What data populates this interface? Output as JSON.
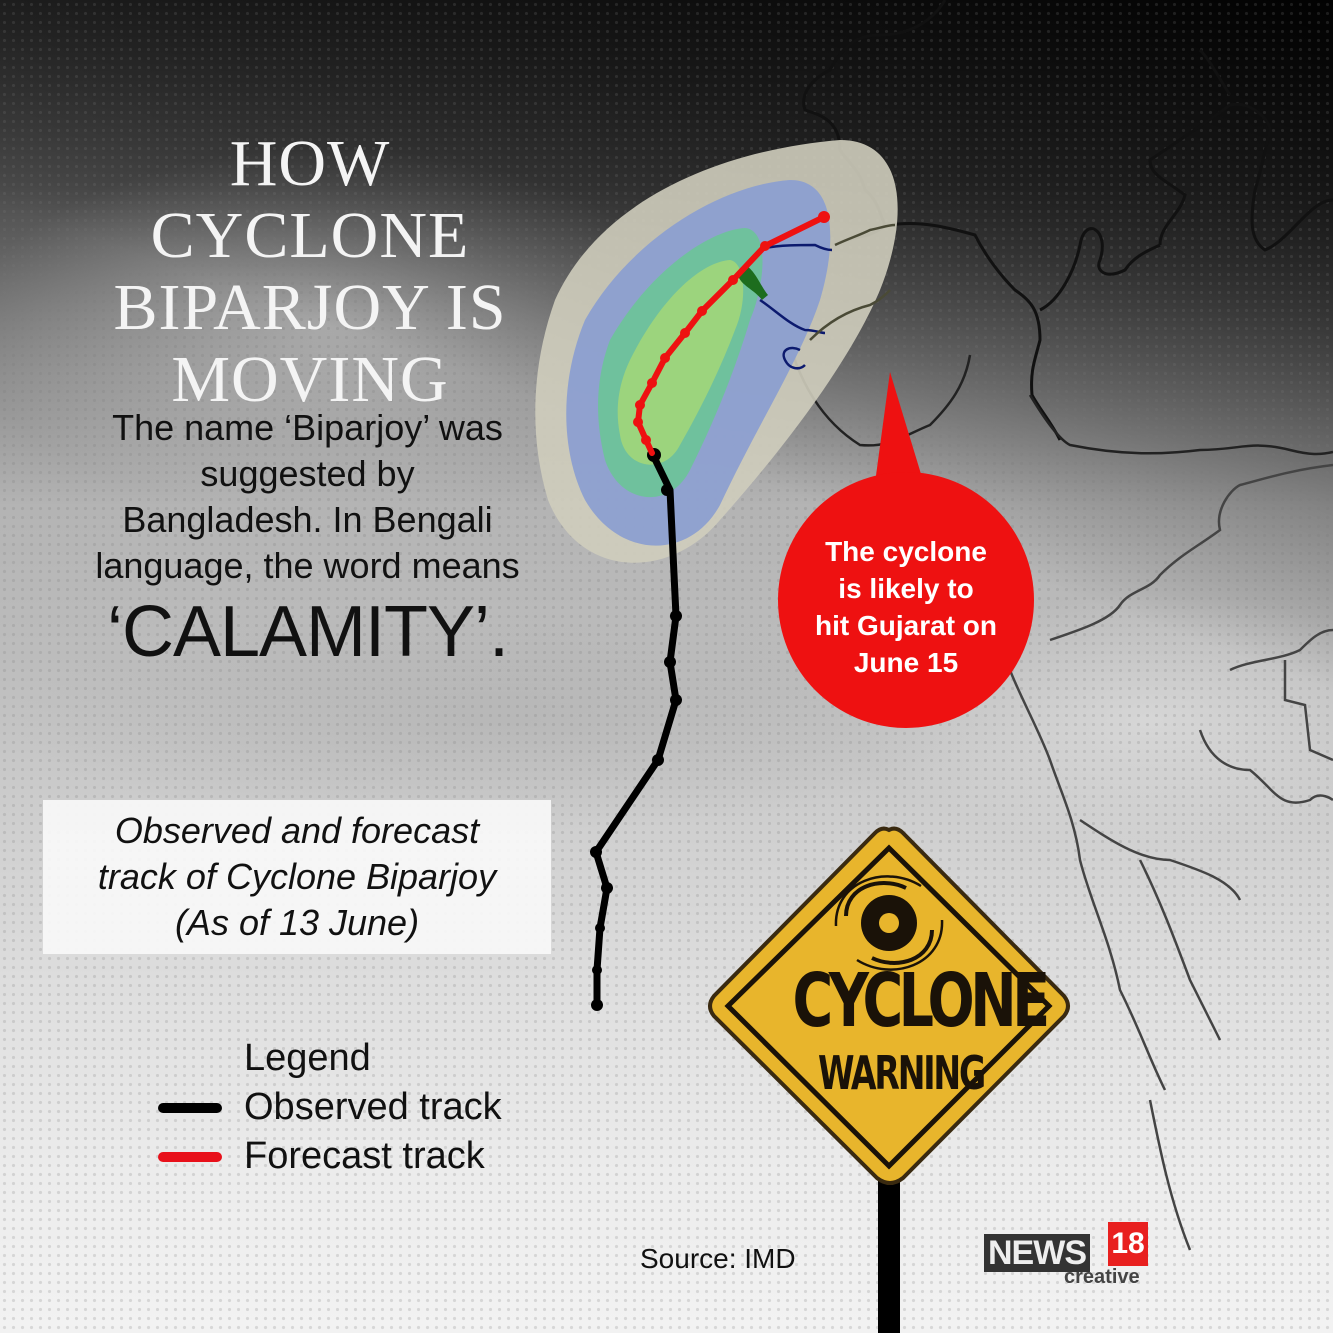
{
  "title": {
    "lines": [
      "HOW",
      "CYCLONE",
      "BIPARJOY IS",
      "MOVING"
    ]
  },
  "description": {
    "lines": [
      "The name ‘Biparjoy’ was",
      "suggested by",
      "Bangladesh. In Bengali",
      "language, the word means"
    ],
    "emphasis": "‘CALAMITY’."
  },
  "track_caption": {
    "lines": [
      "Observed and forecast",
      "track of Cyclone Biparjoy",
      "(As of 13 June)"
    ]
  },
  "legend": {
    "title": "Legend",
    "items": [
      {
        "label": "Observed track",
        "color": "#000000"
      },
      {
        "label": "Forecast track",
        "color": "#e8101a"
      }
    ]
  },
  "callout": {
    "lines": [
      "The cyclone",
      "is likely to",
      "hit Gujarat on",
      "June 15"
    ],
    "color": "#ee1111"
  },
  "warning_sign": {
    "line1": "CYCLONE",
    "line2": "WARNING",
    "icon": "cyclone-spiral-icon",
    "color": "#e8b52c"
  },
  "source": "Source: IMD",
  "logo": {
    "news": "NEWS",
    "number": "18",
    "sub": "creative"
  },
  "map": {
    "cone_colors": {
      "outer": "#cfcdbd",
      "blue": "#8c9fd0",
      "teal": "#6ec39a",
      "inner": "#9ed57b"
    },
    "observed_track_points": [
      [
        597,
        1005
      ],
      [
        597,
        970
      ],
      [
        600,
        928
      ],
      [
        607,
        888
      ],
      [
        596,
        852
      ],
      [
        658,
        760
      ],
      [
        676,
        700
      ],
      [
        670,
        662
      ],
      [
        676,
        616
      ],
      [
        670,
        490
      ],
      [
        652,
        453
      ]
    ],
    "forecast_track_points": [
      [
        652,
        453
      ],
      [
        646,
        440
      ],
      [
        638,
        422
      ],
      [
        640,
        405
      ],
      [
        652,
        383
      ],
      [
        665,
        358
      ],
      [
        685,
        333
      ],
      [
        702,
        311
      ],
      [
        733,
        280
      ],
      [
        765,
        246
      ],
      [
        824,
        217
      ]
    ]
  }
}
